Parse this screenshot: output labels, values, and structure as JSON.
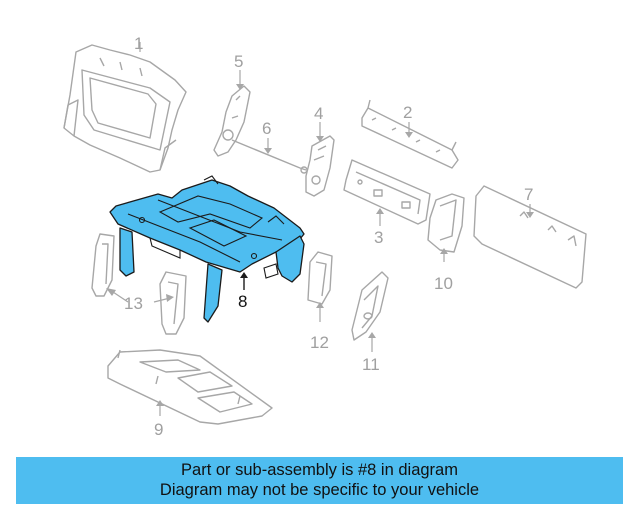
{
  "diagram": {
    "callouts": {
      "c1": "1",
      "c2": "2",
      "c3": "3",
      "c4": "4",
      "c5": "5",
      "c6": "6",
      "c7": "7",
      "c8": "8",
      "c9": "9",
      "c10": "10",
      "c11": "11",
      "c12": "12",
      "c13": "13"
    },
    "highlighted_part": "8",
    "colors": {
      "highlight": "#4ebdf0",
      "line": "#a7a7a7",
      "banner": "#4ebdf0"
    }
  },
  "banner": {
    "line1": "Part or sub-assembly is #8 in diagram",
    "line2": "Diagram may not be specific to your vehicle"
  }
}
